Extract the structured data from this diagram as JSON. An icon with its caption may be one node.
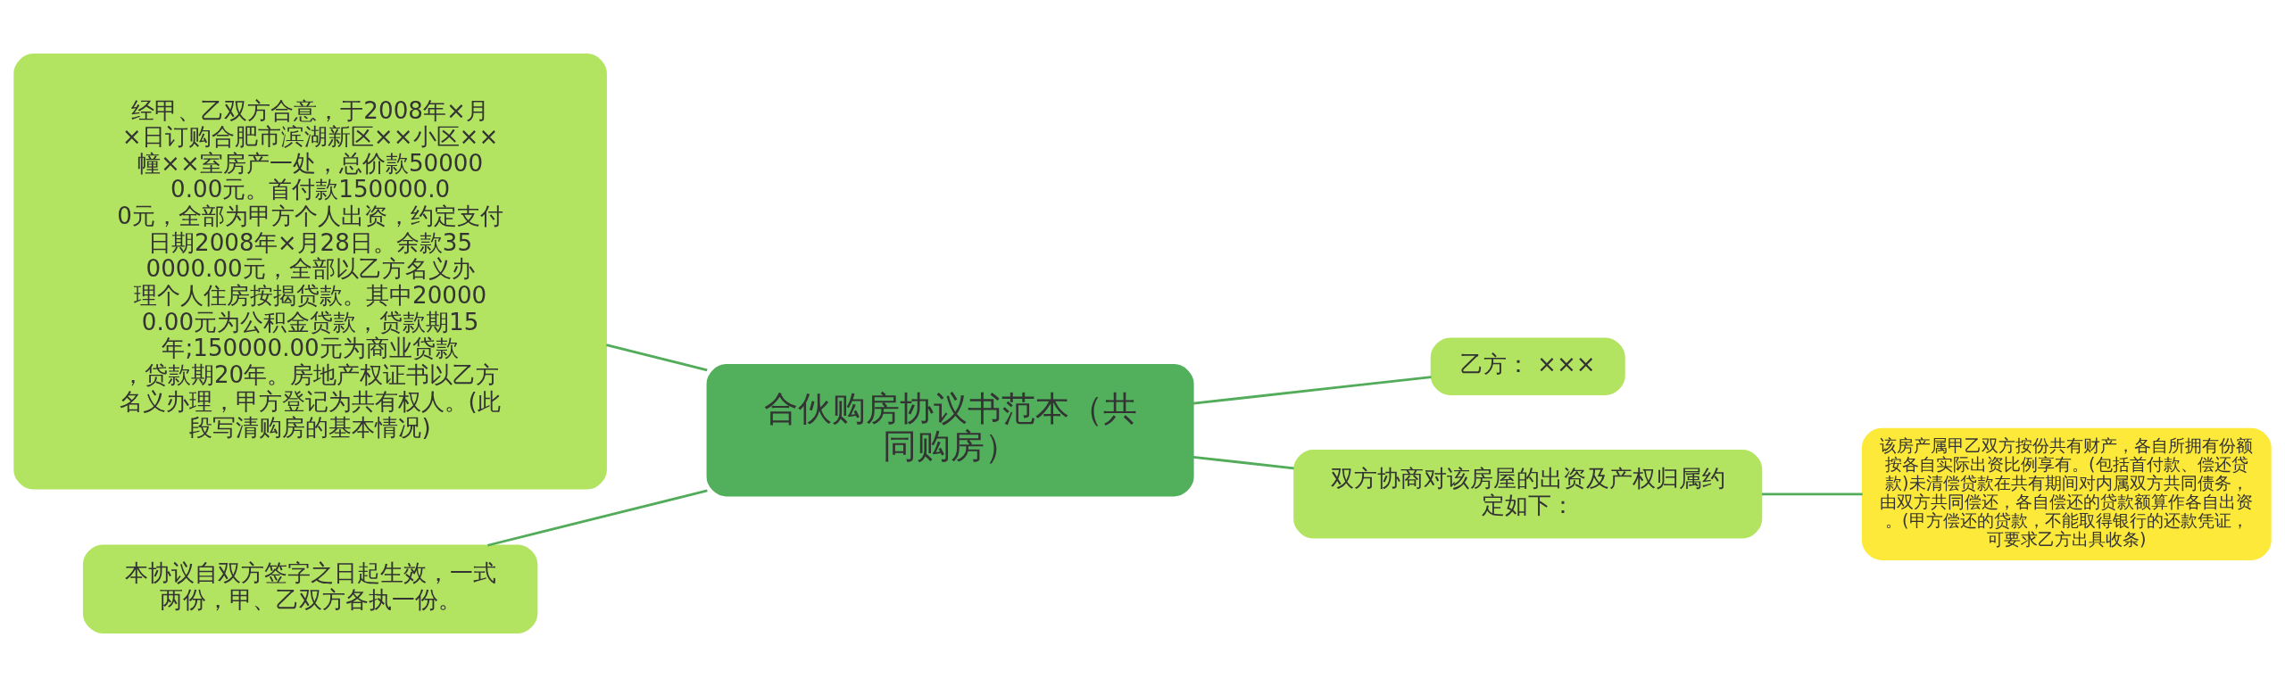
{
  "diagram": {
    "nodes": [
      {
        "text": [
          "合伙购房协议书范本（共同购房）"
        ]
      },
      {
        "text": [
          "经甲、乙双方合意，于2008年×月×日订购合肥市滨湖新区××小区××幢××室房产一处，总价款500000.00元。首付款150000.00元，全部为甲方个人出资，约定支付日期2008年×月28日。余款350000.00元，全部以乙方名义办理个人住房按揭贷款。其中200000.00元为公积金贷款，贷款期15年;150000.00元为商业贷款，贷款期20年。房地产权证书以乙方名义办理，甲方登记为共有权人。(此段写清购房的基本情况)"
        ]
      },
      {
        "text": [
          "乙方： ×××"
        ]
      },
      {
        "text": [
          "双方协商对该房屋的出资及产权归属约定如下："
        ]
      },
      {
        "text": [
          "该房产属甲乙双方按份共有财产，各自所拥有份额按各自实际出资比例享有。(包括首付款、偿还贷款)未清偿贷款在共有期间对内属双方共同债务，由双方共同偿还，各自偿还的贷款额算作各自出资。(甲方偿还的贷款，不能取得银行的还款凭证，可要求乙方出具收条)"
        ]
      },
      {
        "text": [
          "本协议自双方签字之日起生效，一式两份，甲、乙双方各执一份。"
        ]
      }
    ],
    "edges": [
      {
        "from": 0,
        "to": 1,
        "arrow": "none"
      },
      {
        "from": 0,
        "to": 2,
        "arrow": "none"
      },
      {
        "from": 0,
        "to": 3,
        "arrow": "none"
      },
      {
        "from": 3,
        "to": 4,
        "arrow": "none"
      },
      {
        "from": 0,
        "to": 5,
        "arrow": "none"
      }
    ]
  }
}
